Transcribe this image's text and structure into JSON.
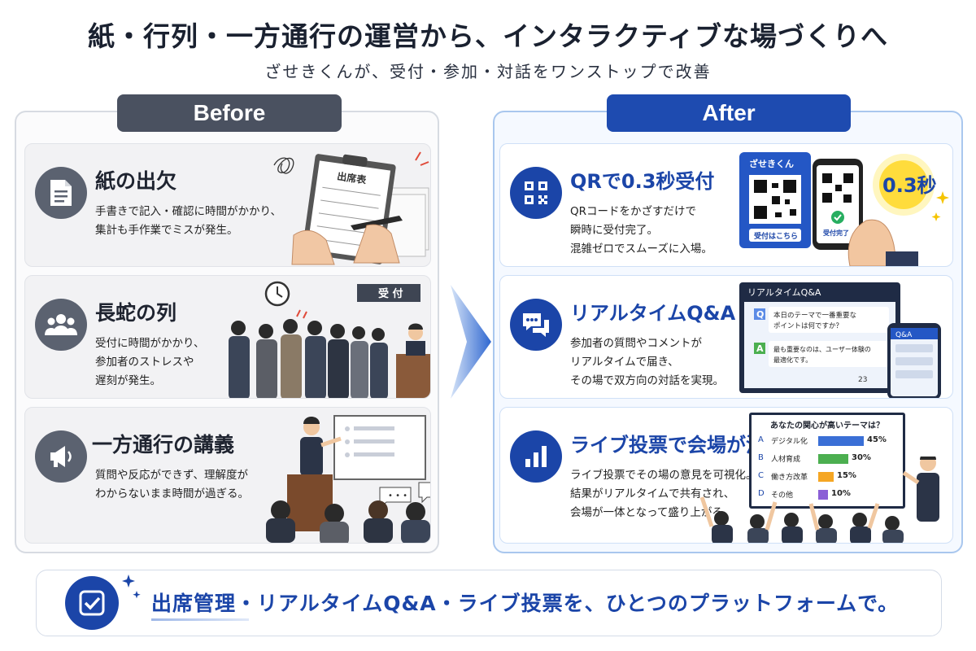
{
  "header": {
    "title": "紙・行列・一方通行の運営から、インタラクティブな場づくりへ",
    "subtitle": "ざせきくんが、受付・参加・対話をワンストップで改善"
  },
  "before": {
    "label": "Before",
    "cards": [
      {
        "title": "紙の出欠",
        "desc1": "手書きで記入・確認に時間がかかり、",
        "desc2": "集計も手作業でミスが発生。",
        "icon": "document-icon",
        "illus_label": "出席表"
      },
      {
        "title": "長蛇の列",
        "desc1": "受付に時間がかかり、",
        "desc2": "参加者のストレスや",
        "desc3": "遅刻が発生。",
        "icon": "people-icon",
        "illus_label": "受 付"
      },
      {
        "title": "一方通行の講義",
        "desc1": "質問や反応ができず、理解度が",
        "desc2": "わからないまま時間が過ぎる。",
        "icon": "megaphone-icon",
        "illus_label": "• • •"
      }
    ]
  },
  "after": {
    "label": "After",
    "cards": [
      {
        "title": "QRで0.3秒受付",
        "desc1": "QRコードをかざすだけで",
        "desc2": "瞬時に受付完了。",
        "desc3": "混雑ゼロでスムーズに入場。",
        "icon": "qr-code-icon",
        "stand_label": "ざせきくん",
        "stand_button": "受付はこちら",
        "phone_status": "受付完了",
        "badge": "0.3秒"
      },
      {
        "title": "リアルタイムQ&A",
        "desc1": "参加者の質問やコメントが",
        "desc2": "リアルタイムで届き、",
        "desc3": "その場で双方向の対話を実現。",
        "icon": "chat-icon",
        "screen_title": "リアルタイムQ&A",
        "q_mark": "Q",
        "question1": "本日のテーマで一番重要な",
        "question2": "ポイントは何ですか？",
        "a_mark": "A",
        "answer1": "最も重要なのは、ユーザー体験の",
        "answer2": "最適化です。",
        "likes": "23",
        "phone_title": "Q&A"
      },
      {
        "title": "ライブ投票で会場が湧く",
        "desc1": "ライブ投票でその場の意見を可視化。",
        "desc2": "結果がリアルタイムで共有され、",
        "desc3": "会場が一体となって盛り上がる。",
        "icon": "bar-chart-icon",
        "poll_title": "あなたの関心が高いテーマは？",
        "options": [
          {
            "key": "A",
            "label": "デジタル化",
            "pct": "45%",
            "value": 45,
            "color": "#3a6fd6"
          },
          {
            "key": "B",
            "label": "人材育成",
            "pct": "30%",
            "value": 30,
            "color": "#4caf50"
          },
          {
            "key": "C",
            "label": "働き方改革",
            "pct": "15%",
            "value": 15,
            "color": "#f5a623"
          },
          {
            "key": "D",
            "label": "その他",
            "pct": "10%",
            "value": 10,
            "color": "#8b5fd6"
          }
        ]
      }
    ]
  },
  "footer": {
    "text": "出席管理・リアルタイムQ&A・ライブ投票を、ひとつのプラットフォームで。",
    "icon": "checkbox-icon"
  }
}
